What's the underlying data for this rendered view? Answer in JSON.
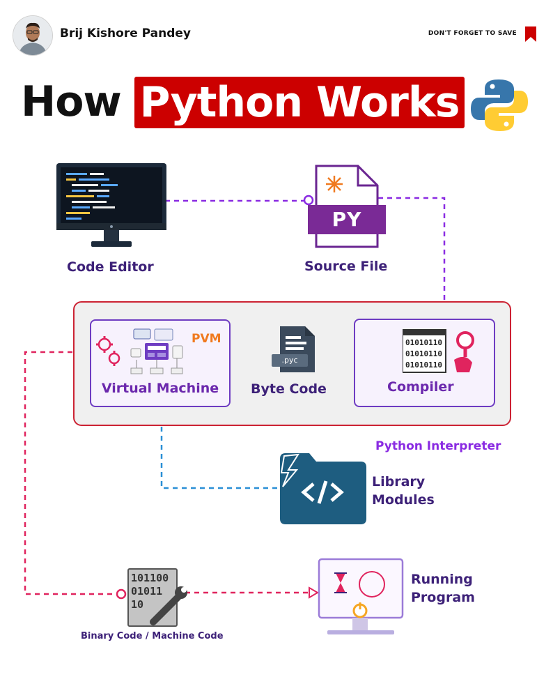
{
  "header": {
    "author": "Brij Kishore Pandey",
    "save_label": "DON'T FORGET TO SAVE"
  },
  "title": {
    "part1": "How",
    "part2": "Python Works"
  },
  "nodes": {
    "code_editor": "Code Editor",
    "source_file": "Source File",
    "source_file_badge": "PY",
    "virtual_machine": "Virtual Machine",
    "pvm": "PVM",
    "byte_code": "Byte Code",
    "byte_code_badge": ".pyc",
    "compiler": "Compiler",
    "compiler_binary": [
      "01010110",
      "01010110",
      "01010110"
    ],
    "interpreter": "Python Interpreter",
    "library_line1": "Library",
    "library_line2": "Modules",
    "binary_code": "Binary Code / Machine Code",
    "binary_digits": [
      "101100",
      "01011",
      "10"
    ],
    "running_line1": "Running",
    "running_line2": "Program"
  },
  "colors": {
    "accent_red": "#cc0000",
    "purple_dark": "#3d2178",
    "purple": "#6b28ad",
    "connector_purple": "#8a2be2",
    "connector_red": "#e0245e",
    "connector_blue": "#2a8fd6",
    "library_blue": "#1e5d80"
  }
}
